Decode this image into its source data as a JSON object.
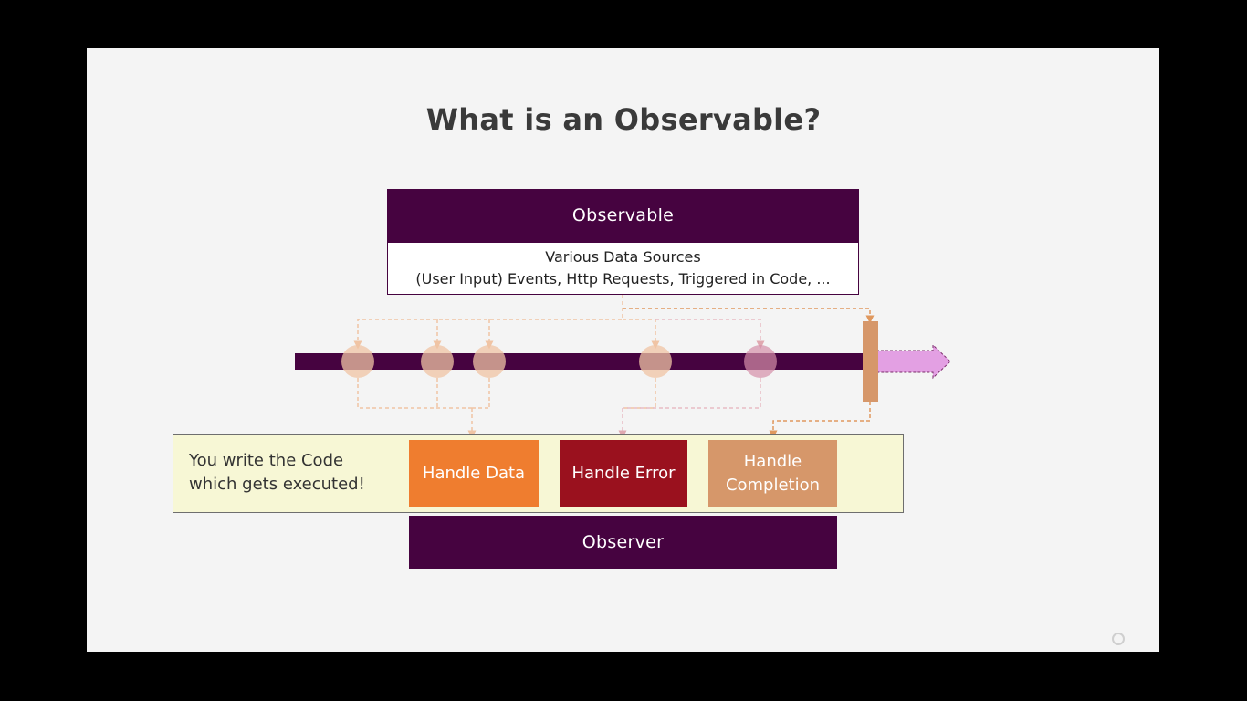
{
  "title": "What is an Observable?",
  "observable": {
    "header": "Observable",
    "sources_line1": "Various Data Sources",
    "sources_line2": "(User Input) Events, Http Requests, Triggered in Code, ..."
  },
  "code_panel": {
    "line1": "You write the Code",
    "line2": "which gets executed!"
  },
  "handlers": {
    "data": "Handle Data",
    "error": "Handle Error",
    "completion_line1": "Handle",
    "completion_line2": "Completion"
  },
  "observer": "Observer",
  "colors": {
    "observable_purple": "#460340",
    "handle_data": "#ef7d2f",
    "handle_error": "#9a111e",
    "handle_completion": "#d6976a",
    "code_panel_bg": "#f7f7d5",
    "stream_arrow": "#e3a0e3"
  },
  "icons": {
    "watermark": "udemy-logo-icon"
  }
}
